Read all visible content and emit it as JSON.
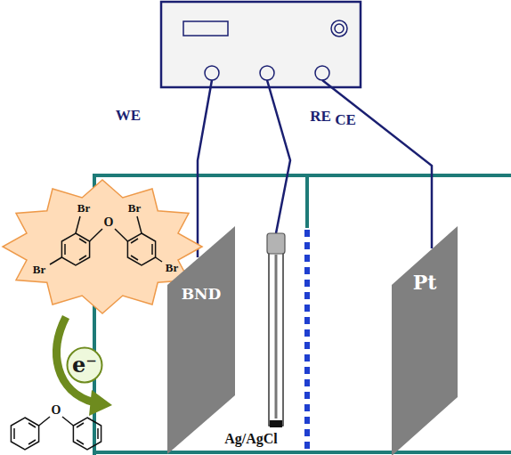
{
  "diagram": {
    "nodes": [
      {
        "text": [
          "BND"
        ]
      },
      {
        "text": [
          "e⁻"
        ]
      },
      {
        "text": [
          "Pt"
        ]
      }
    ],
    "labels": [
      "WE",
      "RE",
      "CE",
      "Br",
      "Br",
      "Br",
      "Br",
      "O",
      "Ag/AgCl",
      "O"
    ]
  }
}
